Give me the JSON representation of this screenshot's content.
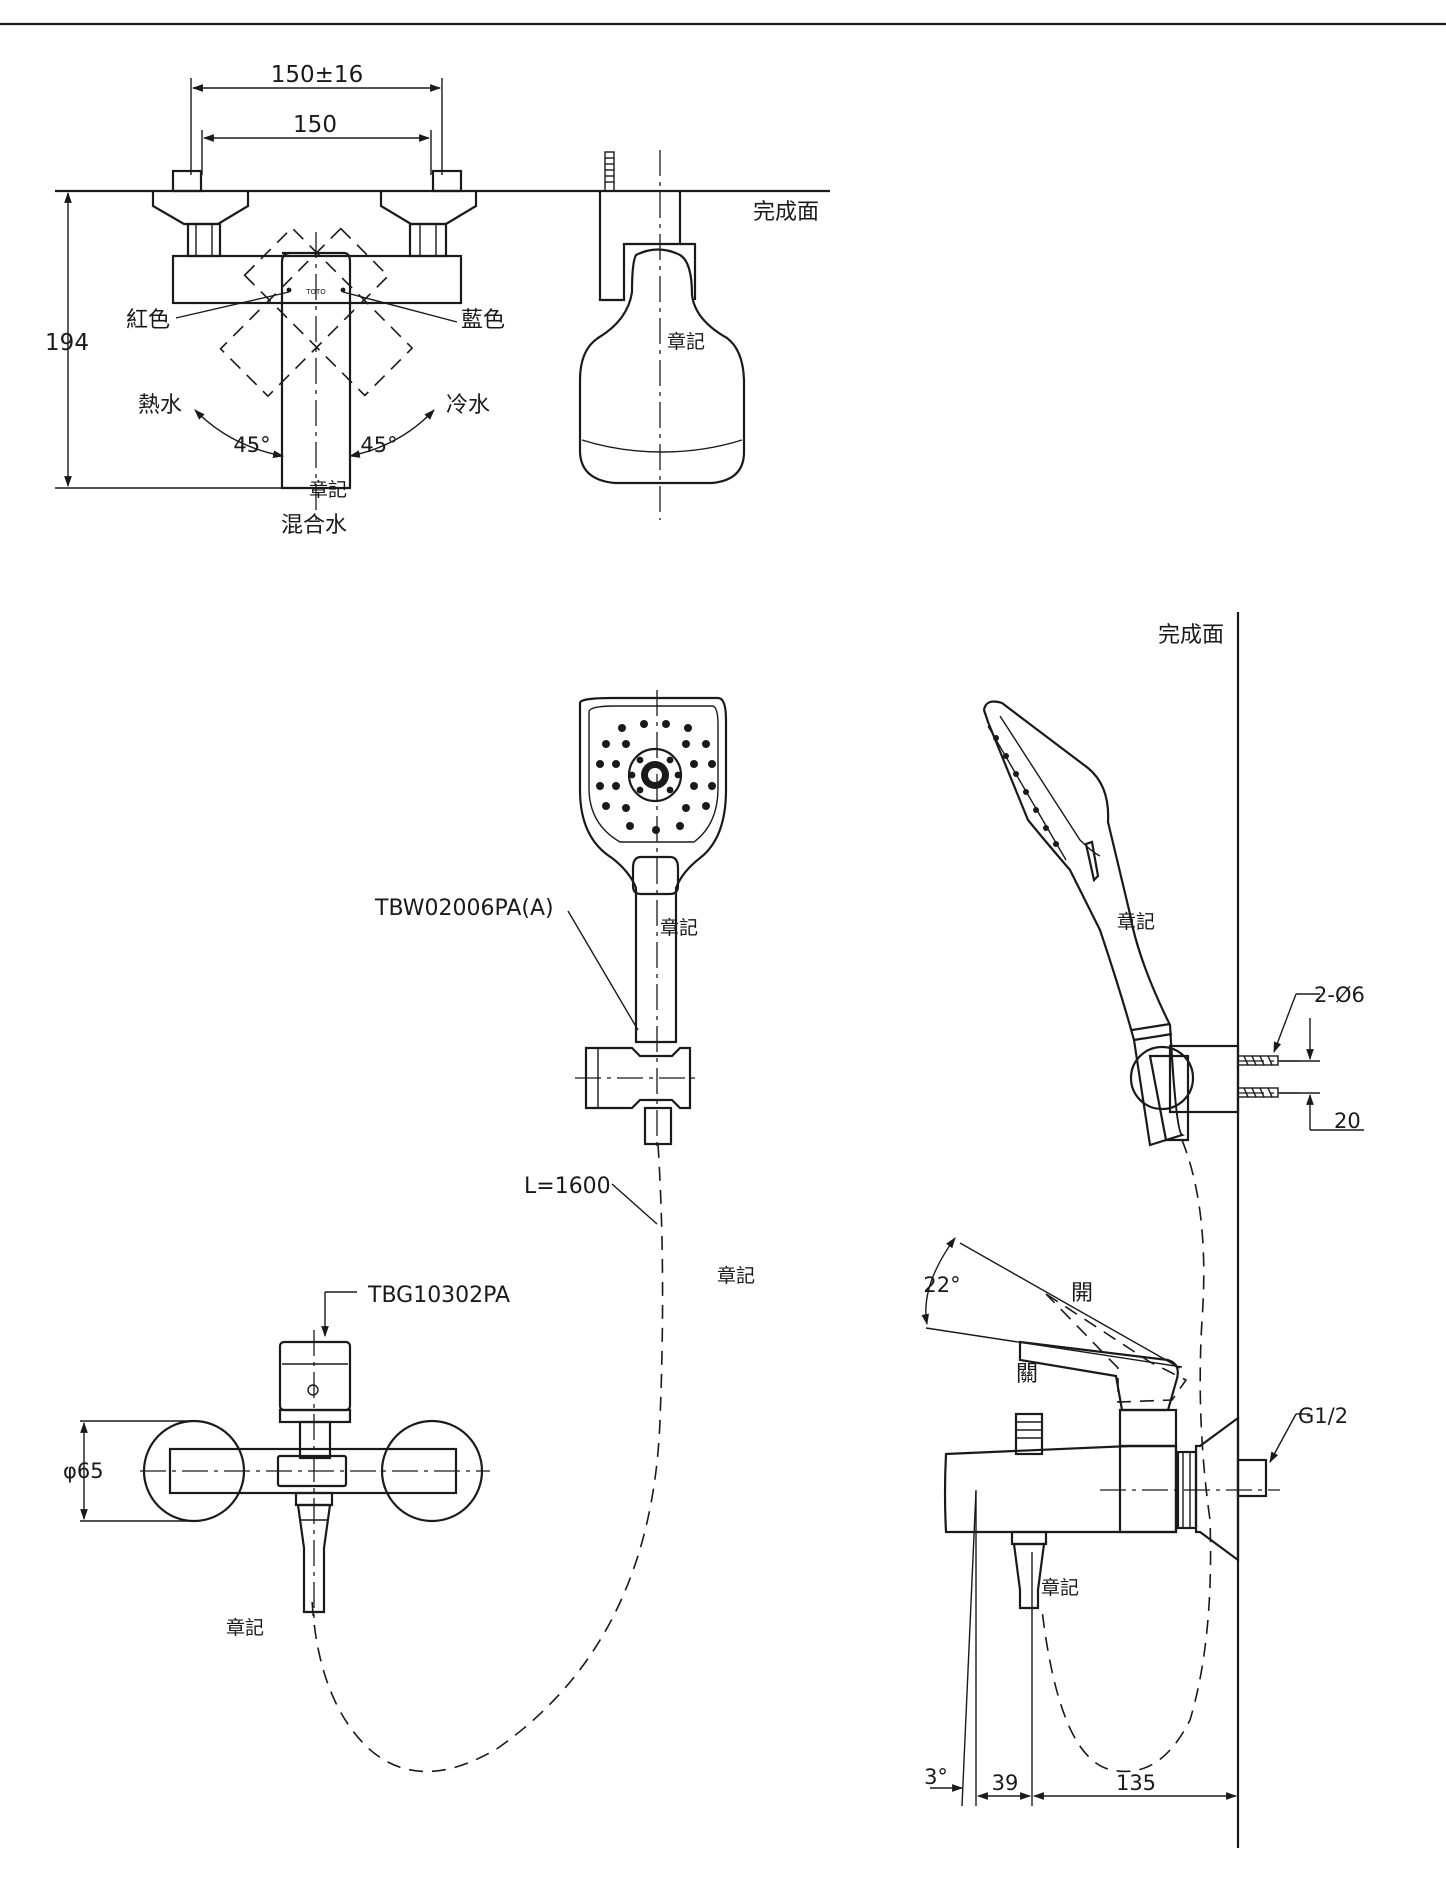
{
  "top_view": {
    "dim_outer": "150±16",
    "dim_inner": "150",
    "dim_height": "194",
    "label_red": "紅色",
    "label_blue": "藍色",
    "label_hot": "熱水",
    "label_cold": "冷水",
    "angle_left": "45°",
    "angle_right": "45°",
    "label_mixed": "混合水",
    "mark_logo": "章記",
    "brand": "TOTO"
  },
  "wall_label_top": "完成面",
  "shower_head_mark": "章記",
  "front_view": {
    "handshower_model": "TBW02006PA(A)",
    "hose_length": "L=1600",
    "faucet_model": "TBG10302PA",
    "dim_flange": "φ65",
    "mark_handshower": "章記",
    "mark_hose": "章記",
    "mark_faucet": "章記"
  },
  "side_view": {
    "wall_label": "完成面",
    "dim_holes": "2-Ø6",
    "dim_gap": "20",
    "angle_handle": "22°",
    "label_open": "開",
    "label_close": "關",
    "dim_thread": "G1/2",
    "angle_spout": "3°",
    "dim_spout": "39",
    "dim_depth": "135",
    "mark_handshower": "章記",
    "mark_faucet": "章記"
  }
}
